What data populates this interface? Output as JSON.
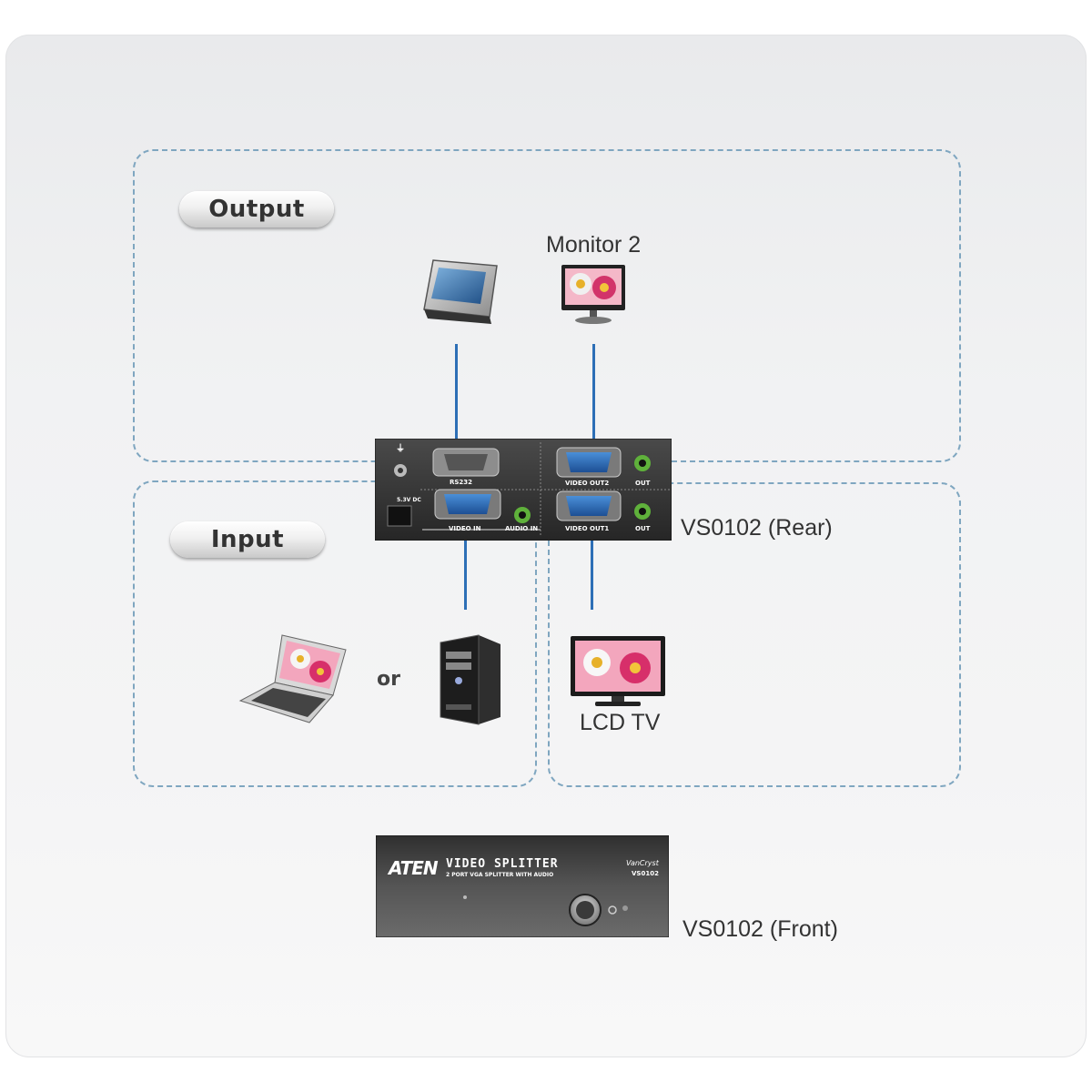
{
  "sections": {
    "output_label": "Output",
    "input_label": "Input"
  },
  "devices": {
    "monitor2_label": "Monitor 2",
    "lcd_tv_label": "LCD TV",
    "or_text": "or",
    "rear_label": "VS0102 (Rear)",
    "front_label": "VS0102 (Front)"
  },
  "rear_panel": {
    "rs232": "RS232",
    "video_out2": "VIDEO OUT2",
    "video_out1": "VIDEO OUT1",
    "video_in": "VIDEO IN",
    "audio_in": "AUDIO IN",
    "out_top": "OUT",
    "out_bottom": "OUT",
    "power": "5.3V DC"
  },
  "front_panel": {
    "brand": "ATEN",
    "title": "VIDEO SPLITTER",
    "subtitle": "2 PORT VGA SPLITTER WITH AUDIO",
    "series": "VanCryst",
    "model": "VS0102"
  },
  "colors": {
    "cable": "#2d6fb6",
    "dashed_border": "#7fa6c0",
    "device_body": "#3a3a3a"
  }
}
